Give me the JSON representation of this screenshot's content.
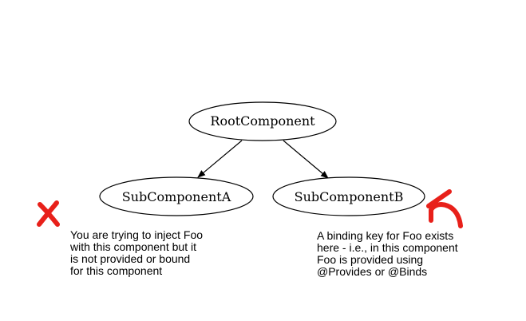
{
  "nodes": {
    "root": "RootComponent",
    "sub_a": "SubComponentA",
    "sub_b": "SubComponentB"
  },
  "notes": {
    "left": [
      "You are trying to inject Foo",
      "with this component but it",
      "is not provided or bound",
      "for this component"
    ],
    "right": [
      "A binding key for Foo exists",
      "here - i.e., in this component",
      "Foo is provided using",
      "@Provides or @Binds"
    ]
  },
  "markers": {
    "left_icon": "red-x-icon",
    "right_icon": "red-curved-arrow-icon",
    "color": "#e8201a"
  }
}
